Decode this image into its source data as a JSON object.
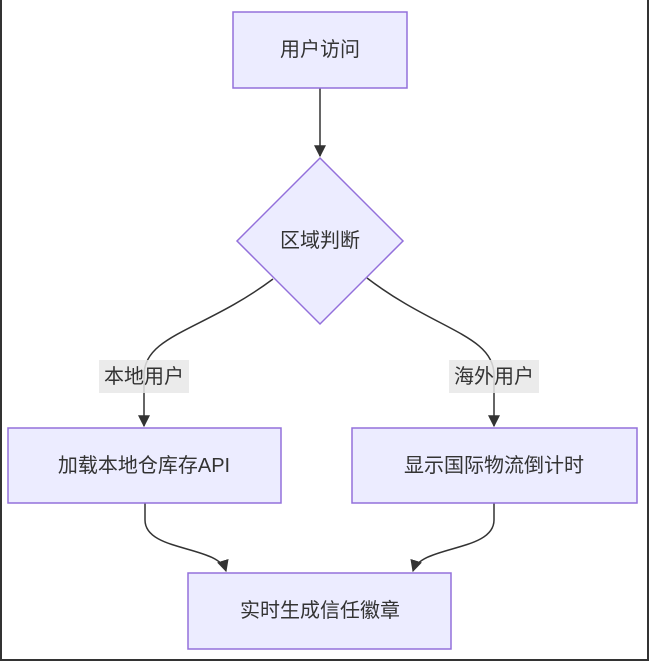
{
  "nodes": {
    "start": "用户访问",
    "decision": "区域判断",
    "local": "加载本地仓库存API",
    "overseas": "显示国际物流倒计时",
    "badge": "实时生成信任徽章"
  },
  "edges": {
    "local_label": "本地用户",
    "overseas_label": "海外用户"
  },
  "colors": {
    "node_fill": "#ECECFF",
    "node_stroke": "#9370DB",
    "edge": "#333333",
    "label_bg": "#E8E8E8"
  }
}
